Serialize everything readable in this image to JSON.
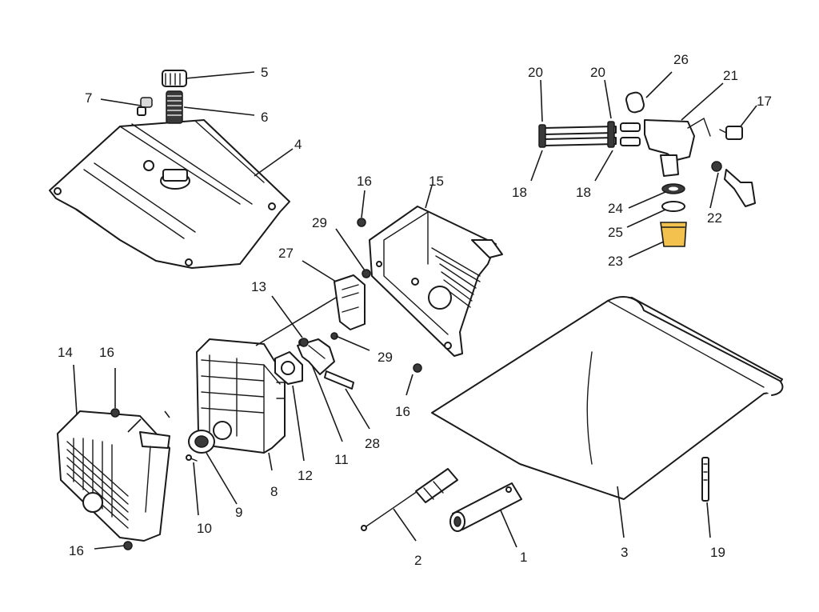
{
  "labels": {
    "l1": "1",
    "l2": "2",
    "l3": "3",
    "l4": "4",
    "l5": "5",
    "l6": "6",
    "l7": "7",
    "l8": "8",
    "l9": "9",
    "l10": "10",
    "l11": "11",
    "l12": "12",
    "l13": "13",
    "l14": "14",
    "l15": "15",
    "l16a": "16",
    "l16b": "16",
    "l16c": "16",
    "l16d": "16",
    "l17": "17",
    "l18a": "18",
    "l18b": "18",
    "l19": "19",
    "l20a": "20",
    "l20b": "20",
    "l21": "21",
    "l22": "22",
    "l23": "23",
    "l24": "24",
    "l25": "25",
    "l26": "26",
    "l27": "27",
    "l28": "28",
    "l29a": "29",
    "l29b": "29"
  },
  "colors": {
    "filter_yellow": "#f2c14e"
  }
}
